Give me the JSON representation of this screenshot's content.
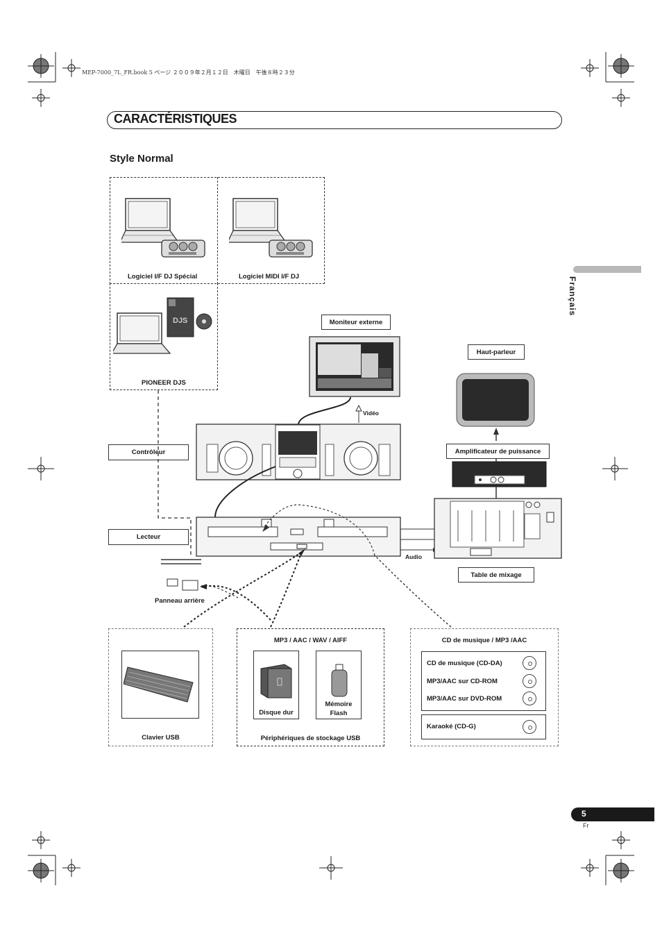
{
  "header": {
    "file_info": "MEP-7000_7L_FR.book  5 ページ  ２００９年２月１２日　木曜日　午後８時２３分"
  },
  "page": {
    "title": "CARACTÉRISTIQUES",
    "section_title": "Style Normal",
    "language_tab": "Français",
    "page_number": "5",
    "page_lang": "Fr"
  },
  "software": {
    "item1": "Logiciel I/F DJ Spécial",
    "item2": "Logiciel MIDI I/F DJ",
    "item3": "PIONEER DJS"
  },
  "devices": {
    "monitor": "Moniteur externe",
    "video": "Vidéo",
    "controller": "Contrôleur",
    "player": "Lecteur",
    "speaker": "Haut-parleur",
    "amplifier": "Amplificateur de puissance",
    "mixer": "Table de mixage",
    "audio": "Audio",
    "rear_panel": "Panneau arrière"
  },
  "usb_keyboard": {
    "label": "Clavier USB"
  },
  "usb_storage": {
    "formats": "MP3 / AAC / WAV / AIFF",
    "hdd": "Disque dur",
    "flash_line1": "Mémoire",
    "flash_line2": "Flash",
    "caption": "Périphériques de stockage USB"
  },
  "cd": {
    "formats": "CD de musique / MP3 /AAC",
    "items": [
      "CD de musique (CD-DA)",
      "MP3/AAC sur CD-ROM",
      "MP3/AAC sur DVD-ROM"
    ],
    "karaoke": "Karaoké (CD-G)"
  }
}
